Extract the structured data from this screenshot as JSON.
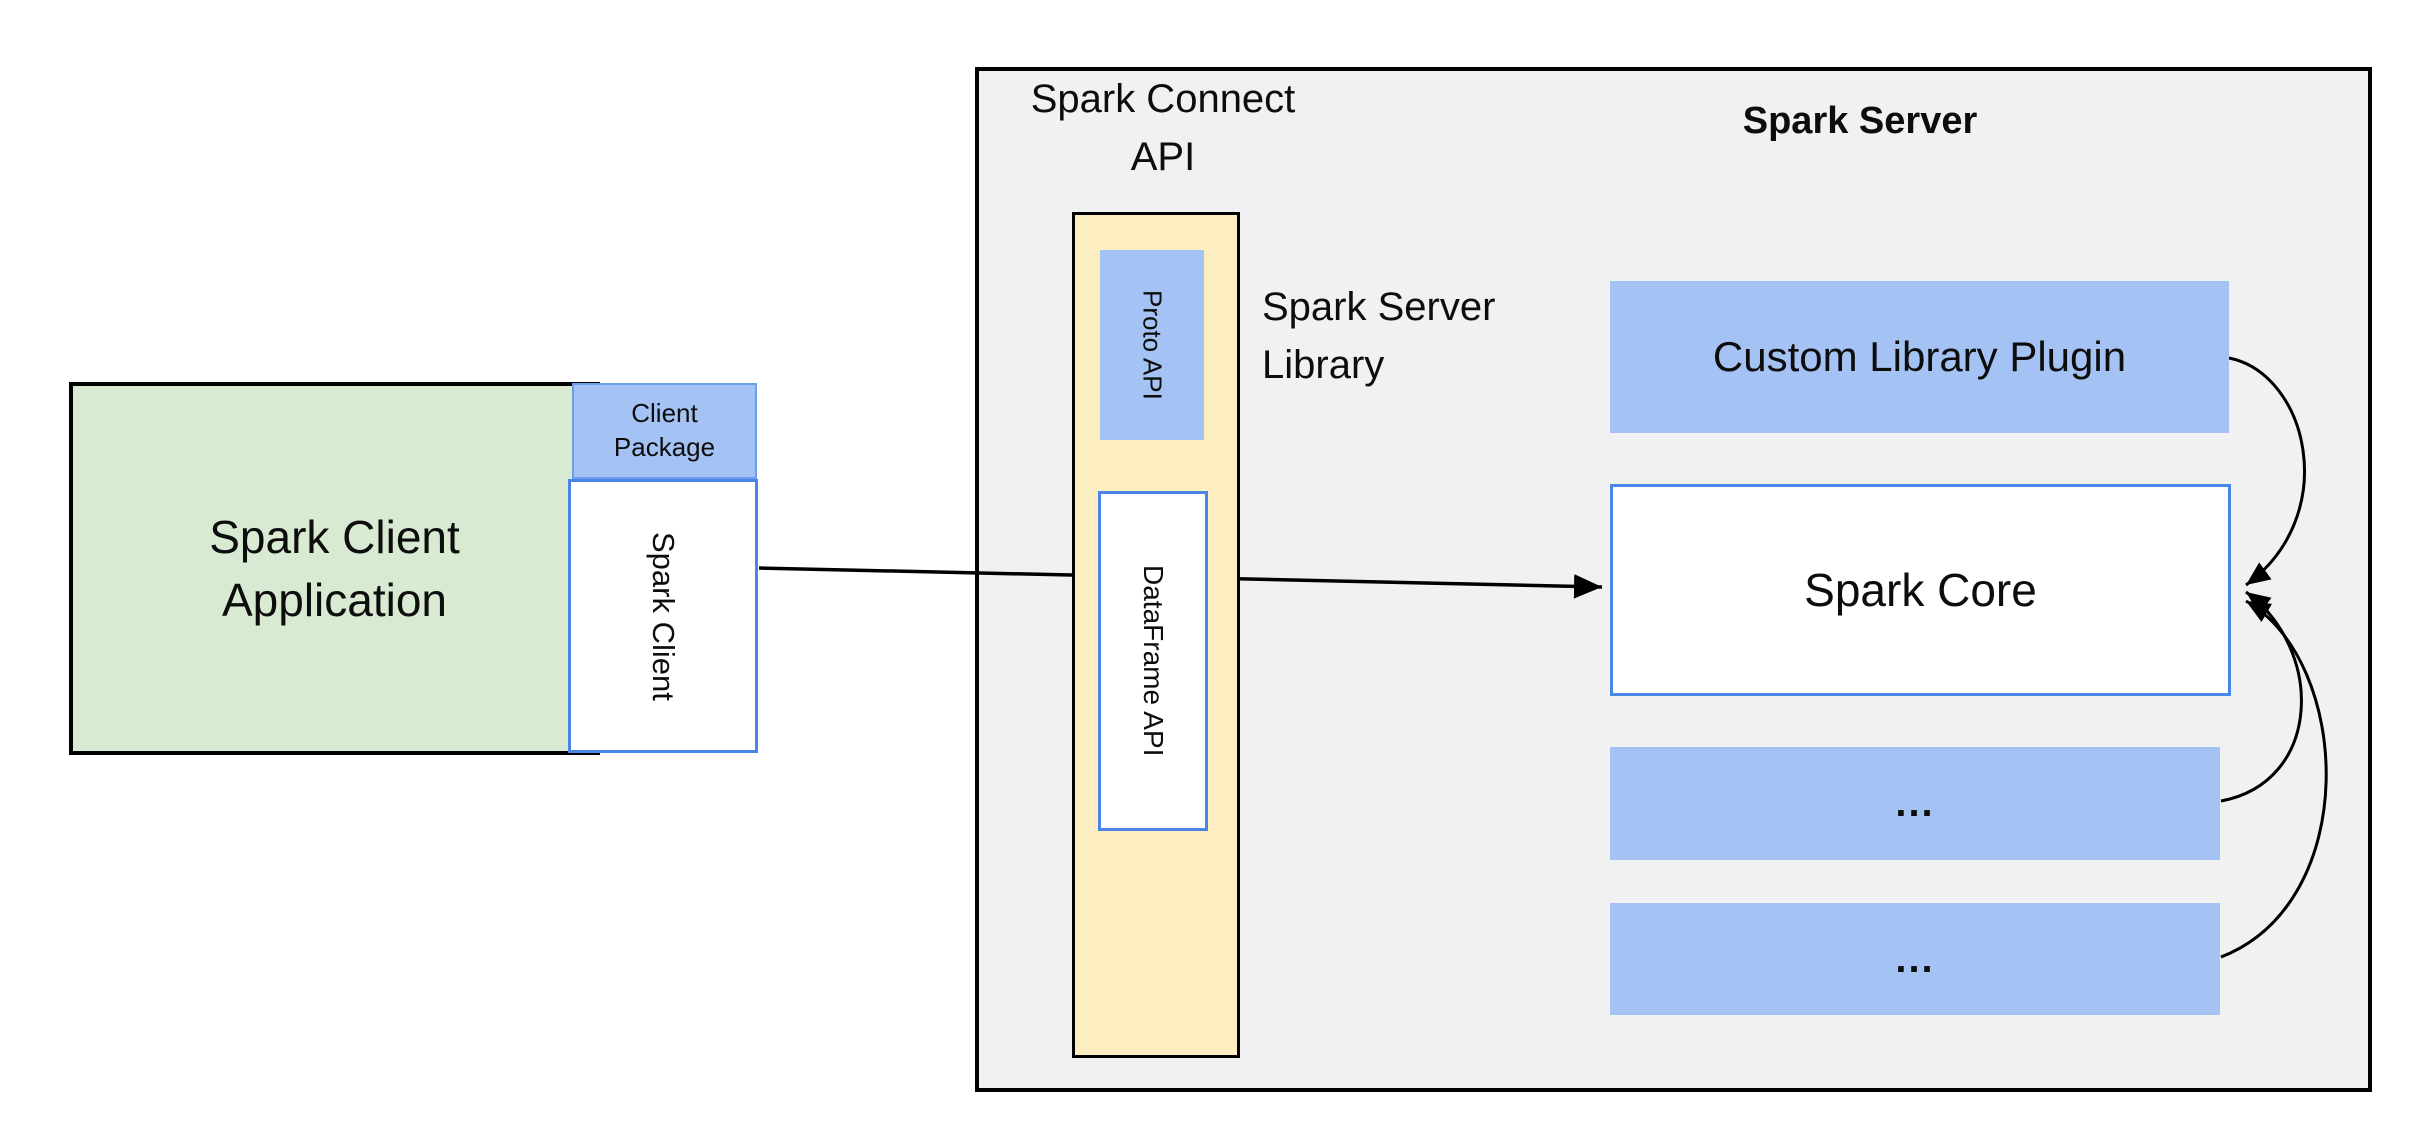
{
  "colors": {
    "green_fill": "#d9ead3",
    "blue_fill": "#a4c2f4",
    "blue_border": "#4a86e8",
    "blue_border_light": "#6d9eeb",
    "yellow_fill": "#fdeec2",
    "gray_fill": "#f1f1f1",
    "line": "#000000"
  },
  "client": {
    "application_line1": "Spark Client",
    "application_line2": "Application",
    "package_line1": "Client",
    "package_line2": "Package",
    "spark_client": "Spark Client"
  },
  "connect_api": {
    "title_line1": "Spark Connect",
    "title_line2": "API",
    "proto_api": "Proto  API",
    "dataframe_api": "DataFrame API"
  },
  "server_library": {
    "line1": "Spark Server",
    "line2": "Library"
  },
  "server": {
    "title": "Spark Server",
    "custom_plugin": "Custom Library Plugin",
    "spark_core": "Spark Core",
    "more_1": "...",
    "more_2": "..."
  }
}
